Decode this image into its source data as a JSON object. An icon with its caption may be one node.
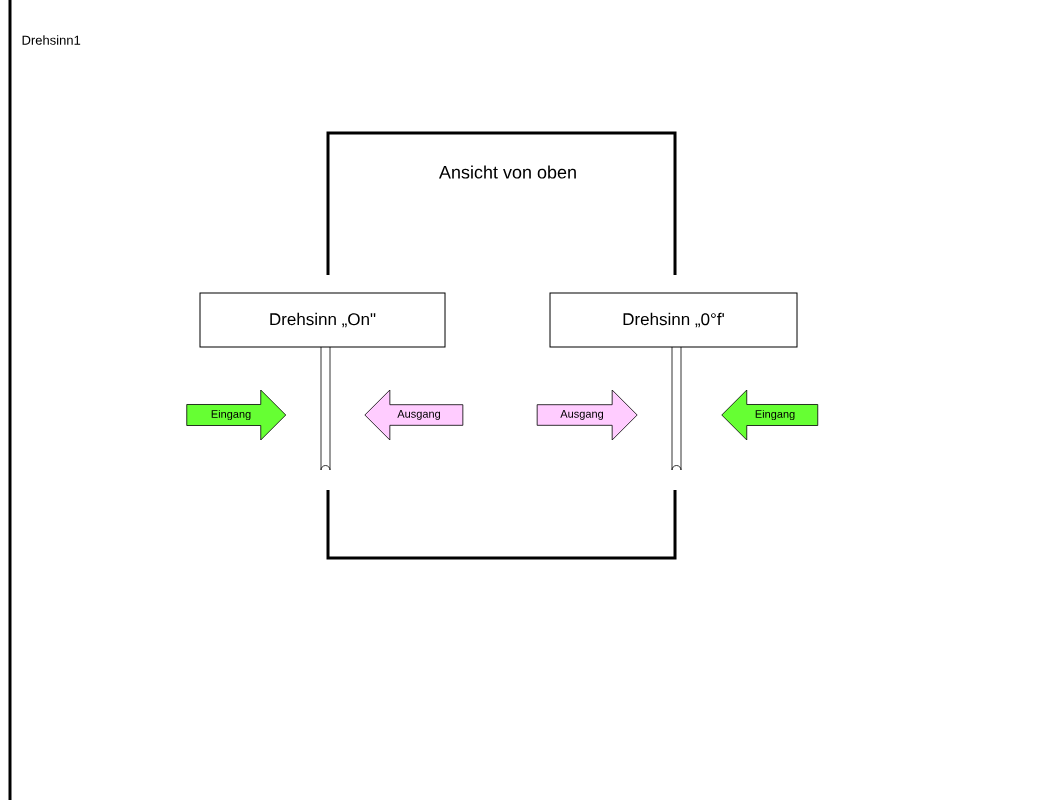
{
  "diagram": {
    "title": "Drehsinn1",
    "nodes": [
      {
        "text": [
          "Drehsinn „On\""
        ]
      },
      {
        "text": [
          "Drehsinn „0°f'"
        ]
      },
      {
        "text": [
          "Eingang"
        ]
      },
      {
        "text": [
          "Ausgang"
        ]
      },
      {
        "text": [
          "Ausgang"
        ]
      },
      {
        "text": [
          "Eingang"
        ]
      }
    ],
    "labels": [
      "Ansicht von oben"
    ]
  }
}
